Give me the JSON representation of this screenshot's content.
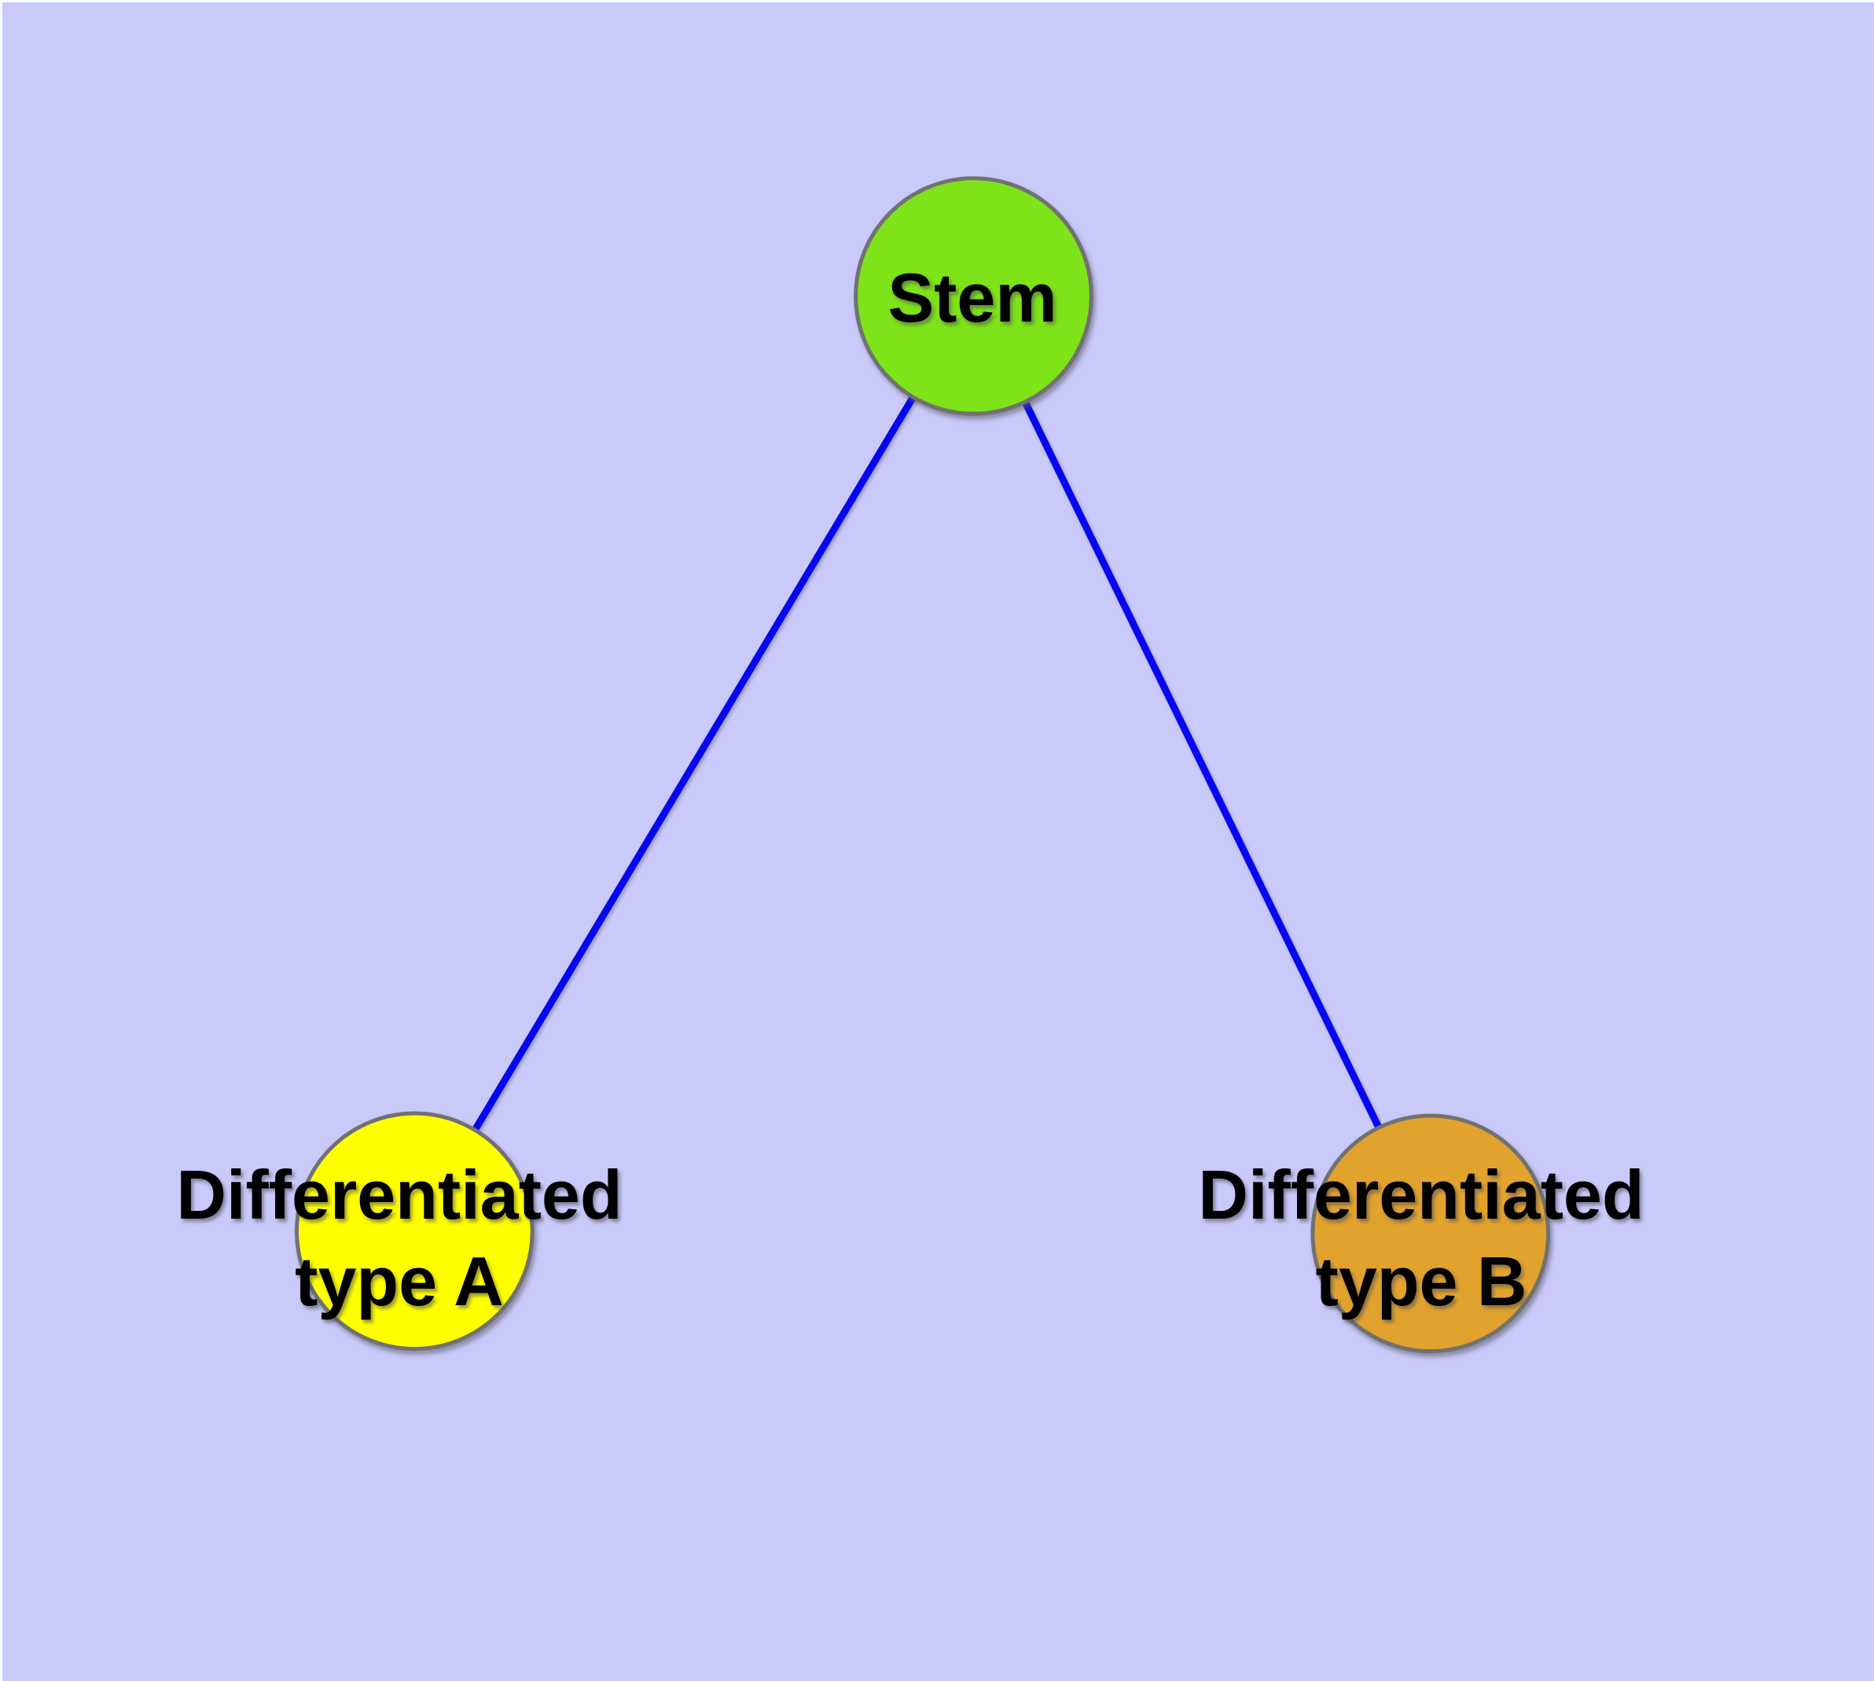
{
  "diagram": {
    "background_color": "#C9C9FA",
    "edge_color": "#0606F0",
    "node_border_color": "#717171",
    "nodes": [
      {
        "id": "stem",
        "label": "Stem",
        "fill": "#7EE318"
      },
      {
        "id": "type-a",
        "label": "Differentiated type A",
        "label_line1": "Differentiated",
        "label_line2": "type A",
        "fill": "#FFFF00"
      },
      {
        "id": "type-b",
        "label": "Differentiated type B",
        "label_line1": "Differentiated",
        "label_line2": "type B",
        "fill": "#E2A32E"
      }
    ],
    "edges": [
      {
        "from": "Stem",
        "to": "Differentiated type A"
      },
      {
        "from": "Stem",
        "to": "Differentiated type B"
      }
    ]
  }
}
